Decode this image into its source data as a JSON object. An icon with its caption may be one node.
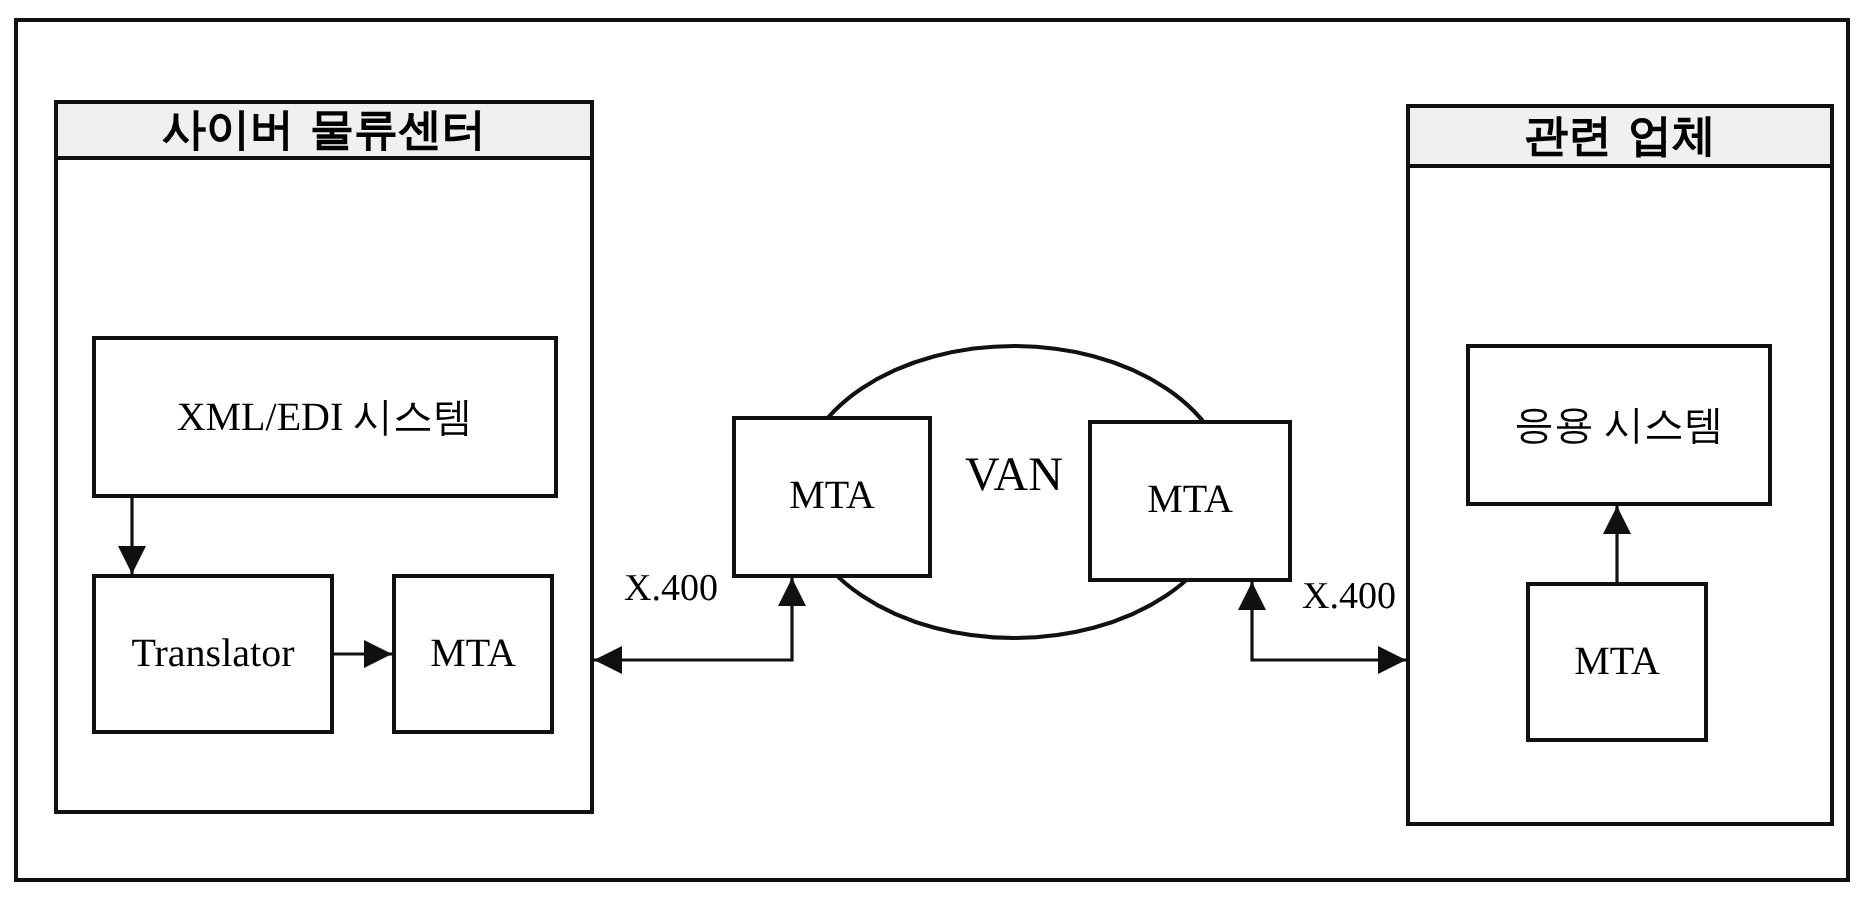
{
  "diagram": {
    "nodes": [
      {
        "text": [
          "사이버 물류센터"
        ]
      },
      {
        "text": [
          "XML/EDI 시스템"
        ],
        "in": 0
      },
      {
        "text": [
          "Translator"
        ],
        "in": 0
      },
      {
        "text": [
          "MTA"
        ],
        "in": 0
      },
      {
        "text": [
          "VAN"
        ]
      },
      {
        "text": [
          "MTA"
        ]
      },
      {
        "text": [
          "MTA"
        ]
      },
      {
        "text": [
          "관련 업체"
        ]
      },
      {
        "text": [
          "응용 시스템"
        ],
        "in": 7
      },
      {
        "text": [
          "MTA"
        ],
        "in": 7
      }
    ],
    "edges": [
      {
        "from": 1,
        "to": 2,
        "arrow": "to"
      },
      {
        "from": 2,
        "to": 3,
        "arrow": "to"
      },
      {
        "from": 5,
        "to": 0,
        "arrow": "both",
        "label": "X.400"
      },
      {
        "from": 6,
        "to": 7,
        "arrow": "both",
        "label": "X.400"
      },
      {
        "from": 9,
        "to": 8,
        "arrow": "to"
      }
    ]
  }
}
